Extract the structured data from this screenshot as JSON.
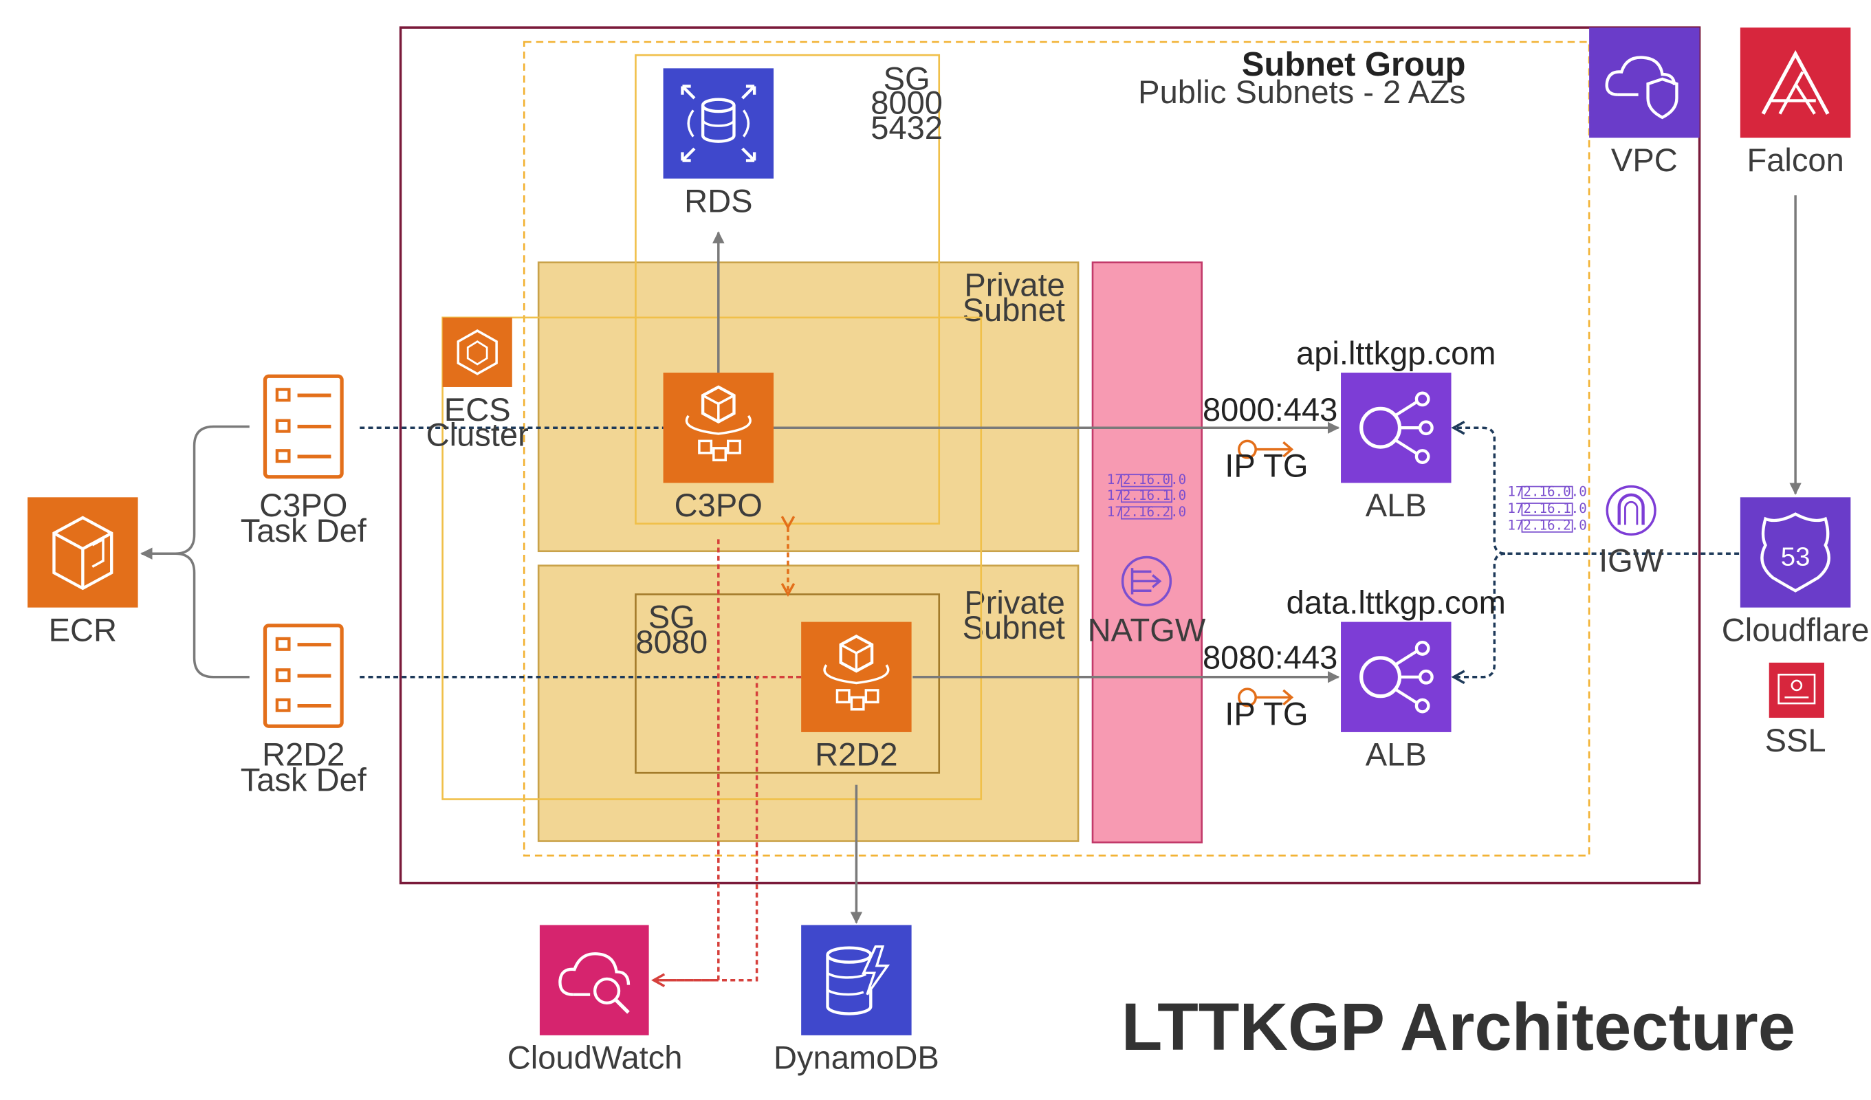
{
  "diagram": {
    "title": "LTTKGP Architecture",
    "groups": {
      "subnet_group_title": "Subnet Group",
      "subnet_group_subtitle": "Public Subnets - 2 AZs",
      "private_subnet_1": [
        "Private",
        "Subnet"
      ],
      "private_subnet_2": [
        "Private",
        "Subnet"
      ],
      "rds_sg": [
        "SG",
        "8000",
        "5432"
      ],
      "r2d2_sg": [
        "SG",
        "8080"
      ]
    },
    "nodes": {
      "ecr": {
        "label": "ECR",
        "color": "#e36f1a"
      },
      "c3po_taskdef": {
        "label": [
          "C3PO",
          "Task Def"
        ],
        "color": "#e36f1a"
      },
      "r2d2_taskdef": {
        "label": [
          "R2D2",
          "Task Def"
        ],
        "color": "#e36f1a"
      },
      "ecs_cluster": {
        "label": [
          "ECS",
          "Cluster"
        ],
        "color": "#e36f1a"
      },
      "rds": {
        "label": "RDS",
        "color": "#3f48cc"
      },
      "c3po": {
        "label": "C3PO",
        "color": "#e36f1a"
      },
      "r2d2": {
        "label": "R2D2",
        "color": "#e36f1a"
      },
      "natgw": {
        "label": "NATGW",
        "color": "#f79ab2"
      },
      "alb_api": {
        "label": "ALB",
        "domain": "api.lttkgp.com",
        "color": "#7d3dd6"
      },
      "alb_data": {
        "label": "ALB",
        "domain": "data.lttkgp.com",
        "color": "#7d3dd6"
      },
      "vpc": {
        "label": "VPC",
        "color": "#6a3cc9"
      },
      "falcon": {
        "label": "Falcon",
        "color": "#d7263d"
      },
      "cloudflare": {
        "label": "Cloudflare",
        "badge": "53",
        "color": "#6a3cc9"
      },
      "ssl": {
        "label": "SSL",
        "color": "#d7263d"
      },
      "igw": {
        "label": "IGW",
        "color": "#7d3dd6"
      },
      "cloudwatch": {
        "label": "CloudWatch",
        "color": "#d6246e"
      },
      "dynamodb": {
        "label": "DynamoDB",
        "color": "#3f48cc"
      }
    },
    "edges": {
      "c3po_alb_port": "8000:443",
      "r2d2_alb_port": "8080:443",
      "c3po_tg": "IP TG",
      "r2d2_tg": "IP TG"
    },
    "route_tables": {
      "natgw": [
        "172.16.0.0",
        "172.16.1.0",
        "172.16.2.0"
      ],
      "igw": [
        "172.16.0.0",
        "172.16.1.0",
        "172.16.2.0"
      ]
    }
  }
}
